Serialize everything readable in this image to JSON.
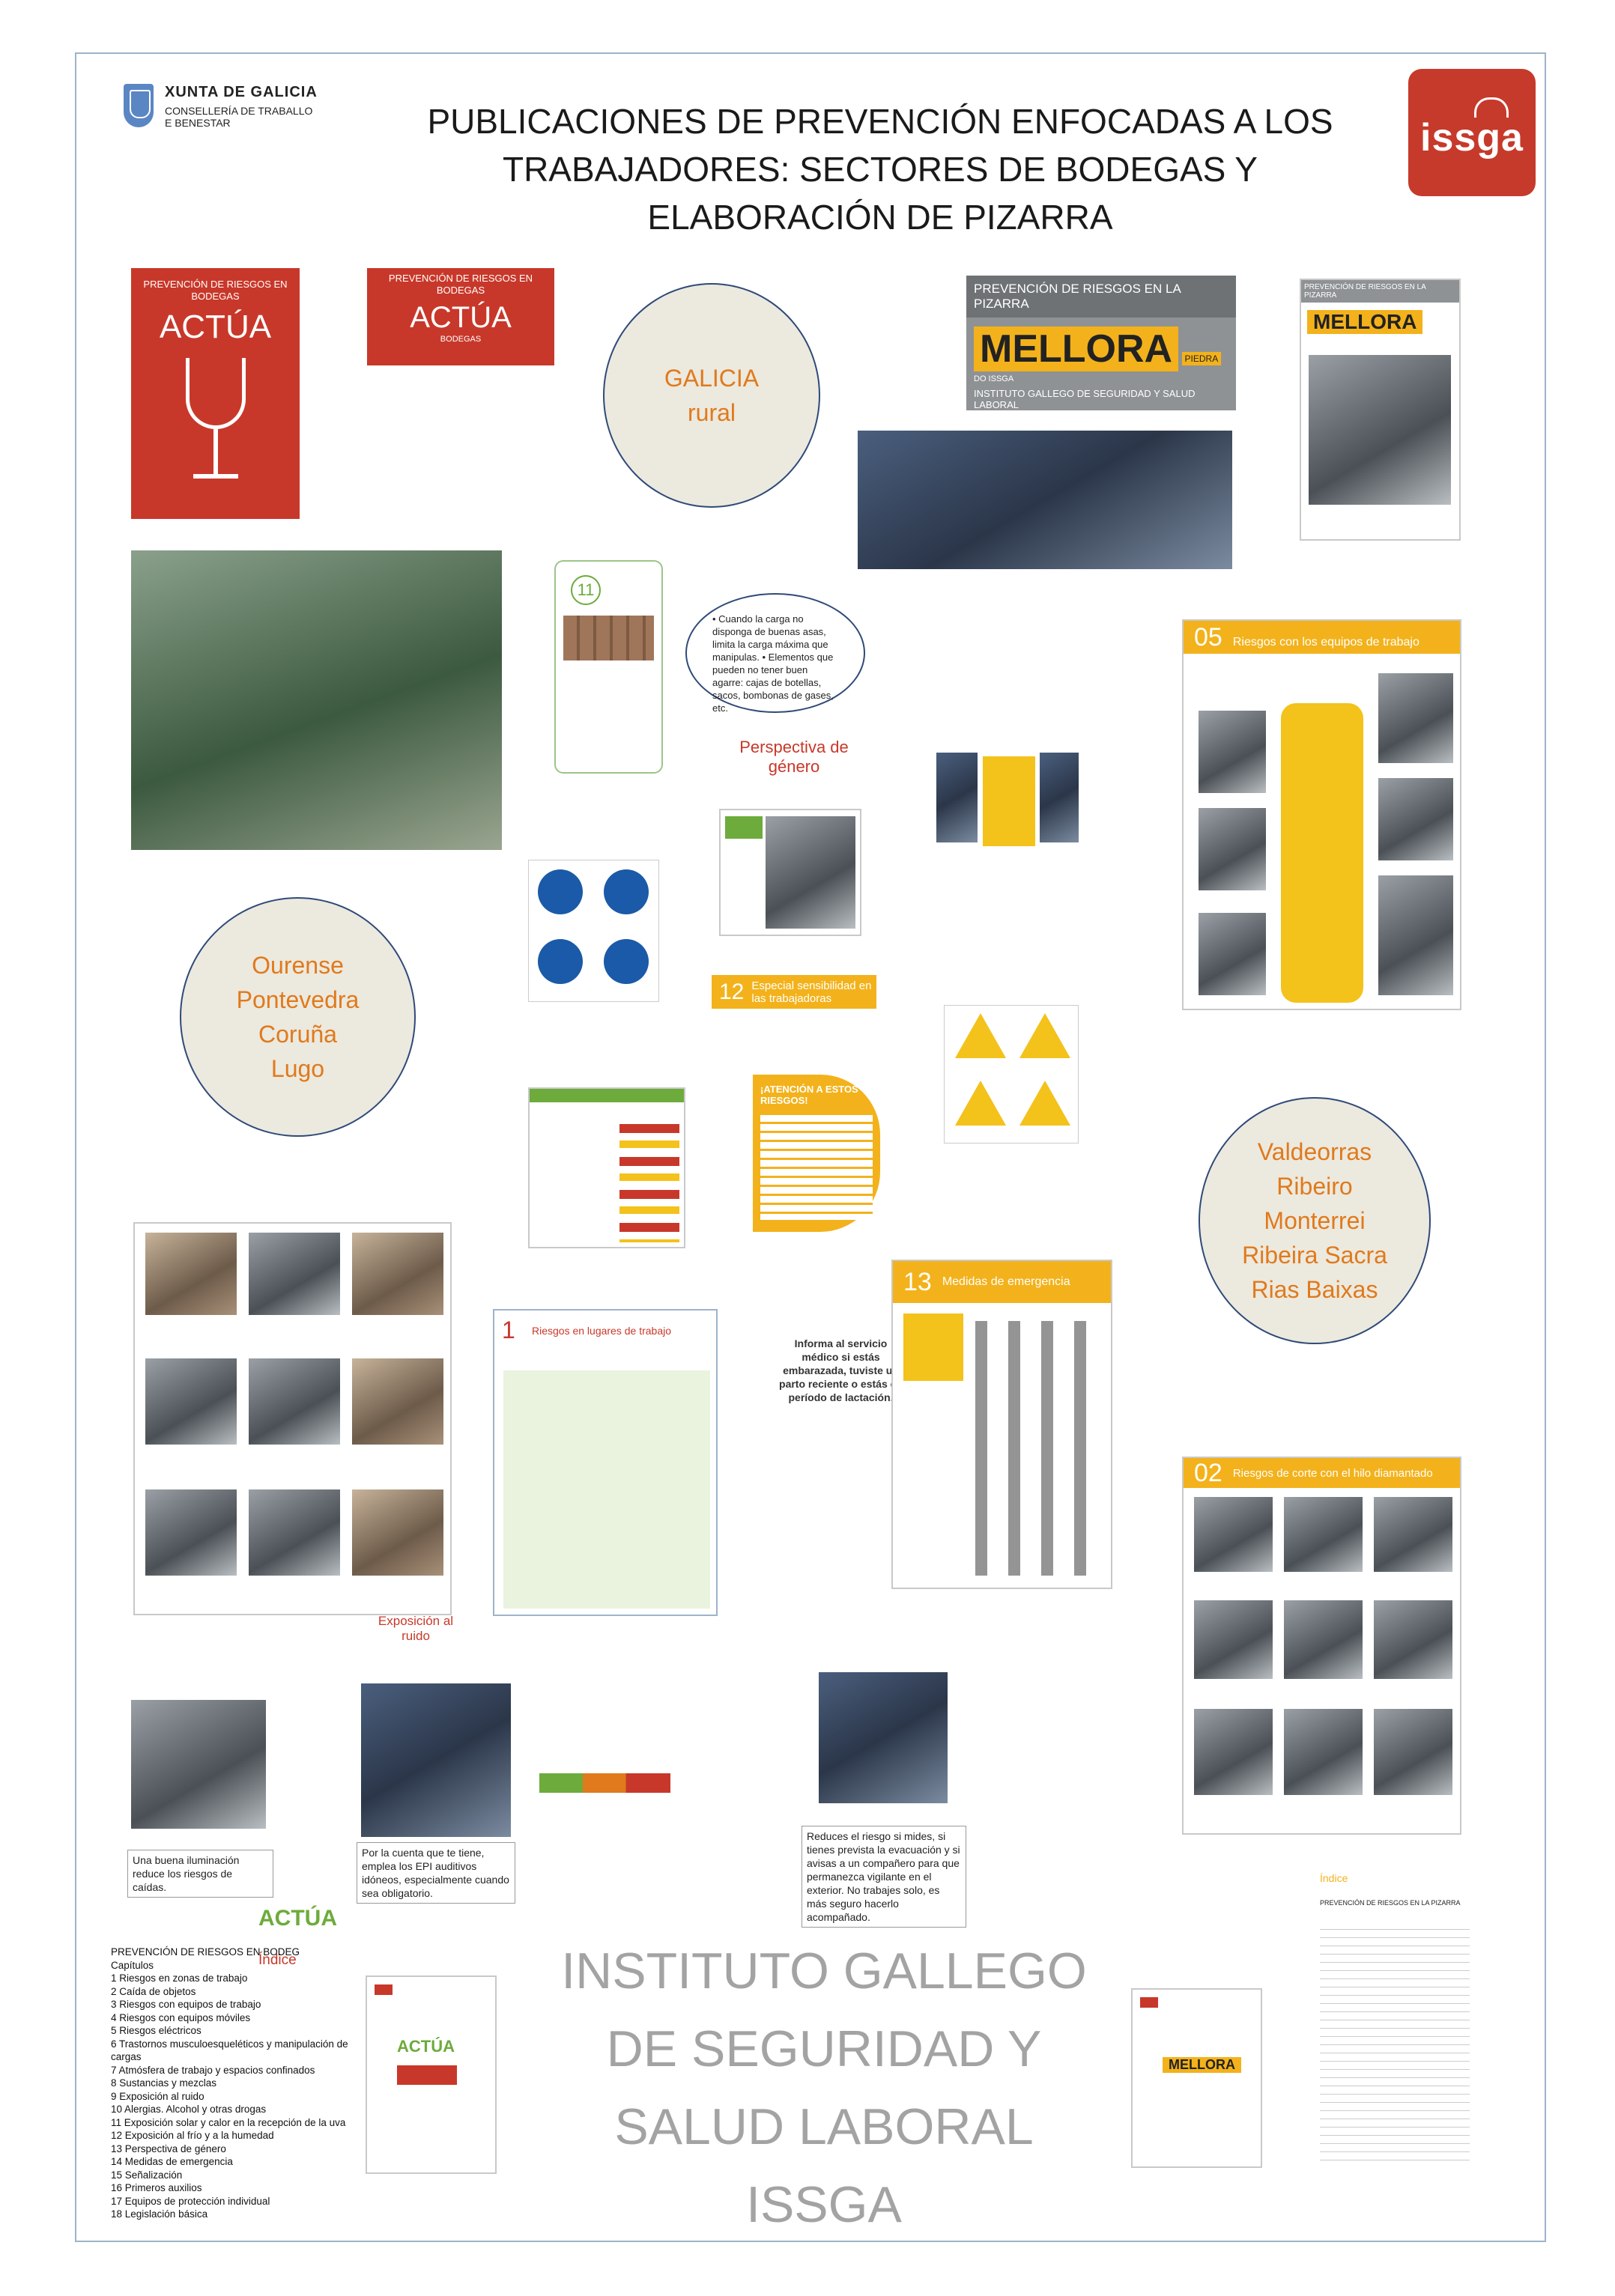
{
  "header": {
    "xunta_line1": "XUNTA DE GALICIA",
    "xunta_line2": "CONSELLERÍA DE TRABALLO",
    "xunta_line3": "E BENESTAR",
    "title": "PUBLICACIONES DE PREVENCIÓN ENFOCADAS A LOS TRABAJADORES: SECTORES DE BODEGAS Y ELABORACIÓN DE PIZARRA",
    "logo_text": "issga"
  },
  "covers": {
    "bodegas_header": "PREVENCIÓN DE RIESGOS EN BODEGAS",
    "bodegas_brand": "ACTÚA",
    "bodegas_sub": "BODEGAS",
    "pizarra_header": "PREVENCIÓN DE RIESGOS EN LA PIZARRA",
    "pizarra_brand": "MELLORA",
    "pizarra_sub": "PIEDRA",
    "pizarra_do": "DO ISSGA",
    "pizarra_institute": "INSTITUTO GALLEGO DE SEGURIDAD Y SALUD LABORAL"
  },
  "ovals": {
    "galicia": [
      "GALICIA",
      "rural"
    ],
    "provinces": [
      "Ourense",
      "Pontevedra",
      "Coruña",
      "Lugo"
    ],
    "denominations": [
      "Valdeorras",
      "Ribeiro",
      "Monterrei",
      "Ribeira Sacra",
      "Rias Baixas"
    ],
    "tip": "• Cuando la carga no disponga de buenas asas, limita la carga máxima que manipulas. • Elementos que pueden no tener buen agarre: cajas de botellas, sacos, bombonas de gases, etc."
  },
  "labels": {
    "perspectiva": "Perspectiva de género",
    "especial_num": "12",
    "especial": "Especial sensibilidad en las trabajadoras",
    "exposicion": "Exposición al ruido",
    "atencion": "¡ATENCIÓN A ESTOS RIESGOS!",
    "informa": "Informa al servicio médico si estás embarazada, tuviste un parto reciente o estás en período de lactación.",
    "panel05_num": "05",
    "panel05": "Riesgos con los equipos de trabajo",
    "panel13_num": "13",
    "panel13": "Medidas de emergencia",
    "panel02_num": "02",
    "panel02": "Riesgos de corte con el hilo diamantado",
    "panel01_num": "1",
    "panel01": "Riesgos en lugares de trabajo",
    "panel11_num": "11"
  },
  "captions": {
    "iluminacion": "Una buena iluminación reduce los riesgos de caídas.",
    "ruido": "Por la cuenta que te tiene, emplea los EPI auditivos idóneos, especialmente cuando sea obligatorio.",
    "mides": "Reduces el riesgo si mides, si tienes prevista la evacuación y si avisas a un compañero para que permanezca vigilante en el exterior. No trabajes solo, es más seguro hacerlo acompañado."
  },
  "index": {
    "brand": "ACTÚA",
    "title": "Índice",
    "heading": "PREVENCIÓN DE RIESGOS EN BODEG",
    "subheading": "Capítulos",
    "chapters": [
      "1 Riesgos en zonas de trabajo",
      "2 Caída de objetos",
      "3 Riesgos con equipos de trabajo",
      "4 Riesgos con equipos móviles",
      "5 Riesgos eléctricos",
      "6 Trastornos musculoesqueléticos y manipulación de cargas",
      "7 Atmósfera de trabajo y espacios confinados",
      "8 Sustancias y mezclas",
      "9 Exposición al ruido",
      "10 Alergias. Alcohol y otras drogas",
      "11 Exposición solar y calor en la recepción de la uva",
      "12 Exposición al frío y a la humedad",
      "13 Perspectiva de género",
      "14 Medidas de emergencia",
      "15 Señalización",
      "16 Primeros auxilios",
      "17 Equipos de protección individual",
      "18 Legislación básica"
    ]
  },
  "mellora_index": {
    "title": "Índice",
    "heading": "PREVENCIÓN DE RIESGOS EN LA PIZARRA"
  },
  "footer": {
    "lines": [
      "INSTITUTO GALLEGO",
      "DE SEGURIDAD Y",
      "SALUD LABORAL",
      "ISSGA"
    ]
  },
  "colors": {
    "accent_red": "#c8382a",
    "accent_yellow": "#f3b21b",
    "accent_orange": "#e07a1c",
    "accent_green": "#6dab3c"
  }
}
